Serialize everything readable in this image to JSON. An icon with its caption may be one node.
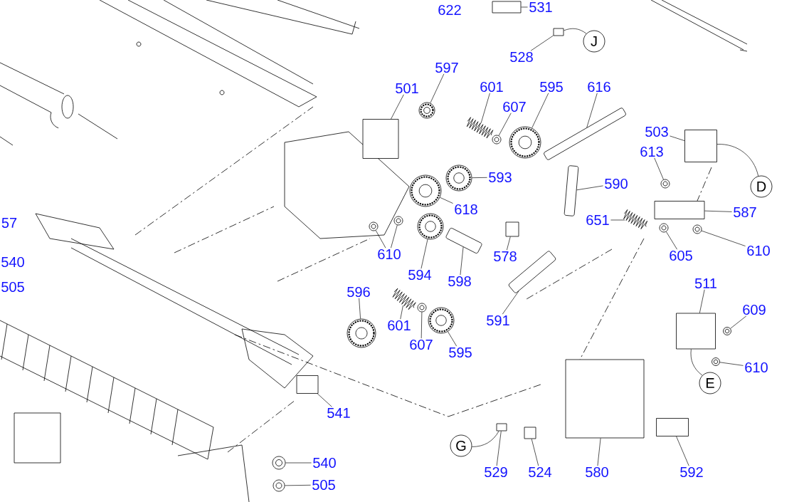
{
  "diagram": {
    "nodes": [
      {
        "text": [
          "531"
        ]
      },
      {
        "text": [],
        "shape": "box"
      },
      {
        "text": [
          "528"
        ]
      },
      {
        "text": [],
        "shape": "box"
      },
      {
        "text": [
          "J"
        ]
      },
      {
        "text": [
          "597"
        ]
      },
      {
        "text": [],
        "shape": "circle"
      },
      {
        "text": [
          "501"
        ]
      },
      {
        "text": [],
        "shape": "box"
      },
      {
        "text": [
          "601"
        ]
      },
      {
        "text": [],
        "shape": "spring"
      },
      {
        "text": [
          "607"
        ]
      },
      {
        "text": [],
        "shape": "circle"
      },
      {
        "text": [
          "595"
        ]
      },
      {
        "text": [],
        "shape": "circle"
      },
      {
        "text": [
          "616"
        ]
      },
      {
        "text": [],
        "shape": "bar"
      },
      {
        "text": [
          "503"
        ]
      },
      {
        "text": [],
        "shape": "box"
      },
      {
        "text": [
          "613"
        ]
      },
      {
        "text": [],
        "shape": "circle"
      },
      {
        "text": [
          "593"
        ]
      },
      {
        "text": [],
        "shape": "circle"
      },
      {
        "text": [
          "590"
        ]
      },
      {
        "text": [],
        "shape": "bar"
      },
      {
        "text": [
          "D"
        ]
      },
      {
        "text": [
          "587"
        ]
      },
      {
        "text": [],
        "shape": "box"
      },
      {
        "text": [
          "618"
        ]
      },
      {
        "text": [],
        "shape": "circle"
      },
      {
        "text": [
          "651"
        ]
      },
      {
        "text": [],
        "shape": "spring"
      },
      {
        "text": [
          "610"
        ]
      },
      {
        "text": [],
        "shape": "circle"
      },
      {
        "text": [],
        "shape": "circle"
      },
      {
        "text": [
          "605"
        ]
      },
      {
        "text": [],
        "shape": "circle"
      },
      {
        "text": [
          "610"
        ]
      },
      {
        "text": [],
        "shape": "circle"
      },
      {
        "text": [
          "578"
        ]
      },
      {
        "text": [],
        "shape": "box"
      },
      {
        "text": [
          "594"
        ]
      },
      {
        "text": [],
        "shape": "circle"
      },
      {
        "text": [
          "598"
        ]
      },
      {
        "text": [],
        "shape": "bar"
      },
      {
        "text": [
          "511"
        ]
      },
      {
        "text": [],
        "shape": "box"
      },
      {
        "text": [
          "596"
        ]
      },
      {
        "text": [],
        "shape": "circle"
      },
      {
        "text": [
          "609"
        ]
      },
      {
        "text": [],
        "shape": "circle"
      },
      {
        "text": [
          "591"
        ]
      },
      {
        "text": [],
        "shape": "bar"
      },
      {
        "text": [
          "601"
        ]
      },
      {
        "text": [],
        "shape": "spring"
      },
      {
        "text": [
          "607"
        ]
      },
      {
        "text": [],
        "shape": "circle"
      },
      {
        "text": [
          "595"
        ]
      },
      {
        "text": [],
        "shape": "circle"
      },
      {
        "text": [
          "610"
        ]
      },
      {
        "text": [],
        "shape": "circle"
      },
      {
        "text": [
          "E"
        ]
      },
      {
        "text": [
          "541"
        ]
      },
      {
        "text": [],
        "shape": "box"
      },
      {
        "text": [
          "G"
        ]
      },
      {
        "text": [
          "529"
        ]
      },
      {
        "text": [],
        "shape": "box"
      },
      {
        "text": [
          "524"
        ]
      },
      {
        "text": [],
        "shape": "box"
      },
      {
        "text": [
          "580"
        ]
      },
      {
        "text": [],
        "shape": "box"
      },
      {
        "text": [
          "592"
        ]
      },
      {
        "text": [],
        "shape": "box"
      },
      {
        "text": [
          "540"
        ]
      },
      {
        "text": [],
        "shape": "circle"
      },
      {
        "text": [
          "505"
        ]
      },
      {
        "text": [],
        "shape": "circle"
      }
    ],
    "edges": [
      {
        "from": 0,
        "to": 1,
        "arrow": "none"
      },
      {
        "from": 2,
        "to": 3,
        "arrow": "none"
      },
      {
        "from": 3,
        "to": 4,
        "arrow": "none"
      },
      {
        "from": 5,
        "to": 6,
        "arrow": "none"
      },
      {
        "from": 7,
        "to": 8,
        "arrow": "none"
      },
      {
        "from": 9,
        "to": 10,
        "arrow": "none"
      },
      {
        "from": 11,
        "to": 12,
        "arrow": "none"
      },
      {
        "from": 13,
        "to": 14,
        "arrow": "none"
      },
      {
        "from": 15,
        "to": 16,
        "arrow": "none"
      },
      {
        "from": 17,
        "to": 18,
        "arrow": "none"
      },
      {
        "from": 19,
        "to": 20,
        "arrow": "none"
      },
      {
        "from": 21,
        "to": 22,
        "arrow": "none"
      },
      {
        "from": 23,
        "to": 24,
        "arrow": "none"
      },
      {
        "from": 18,
        "to": 25,
        "arrow": "none"
      },
      {
        "from": 26,
        "to": 27,
        "arrow": "none"
      },
      {
        "from": 28,
        "to": 29,
        "arrow": "none"
      },
      {
        "from": 30,
        "to": 31,
        "arrow": "none"
      },
      {
        "from": 32,
        "to": 33,
        "arrow": "none"
      },
      {
        "from": 32,
        "to": 34,
        "arrow": "none"
      },
      {
        "from": 35,
        "to": 36,
        "arrow": "none"
      },
      {
        "from": 37,
        "to": 38,
        "arrow": "none"
      },
      {
        "from": 39,
        "to": 40,
        "arrow": "none"
      },
      {
        "from": 41,
        "to": 42,
        "arrow": "none"
      },
      {
        "from": 43,
        "to": 44,
        "arrow": "none"
      },
      {
        "from": 45,
        "to": 46,
        "arrow": "none"
      },
      {
        "from": 47,
        "to": 48,
        "arrow": "none"
      },
      {
        "from": 49,
        "to": 50,
        "arrow": "none"
      },
      {
        "from": 51,
        "to": 52,
        "arrow": "none"
      },
      {
        "from": 53,
        "to": 54,
        "arrow": "none"
      },
      {
        "from": 55,
        "to": 56,
        "arrow": "none"
      },
      {
        "from": 57,
        "to": 58,
        "arrow": "none"
      },
      {
        "from": 59,
        "to": 60,
        "arrow": "none"
      },
      {
        "from": 46,
        "to": 61,
        "arrow": "none"
      },
      {
        "from": 62,
        "to": 63,
        "arrow": "none"
      },
      {
        "from": 65,
        "to": 66,
        "arrow": "none"
      },
      {
        "from": 66,
        "to": 64,
        "arrow": "none"
      },
      {
        "from": 67,
        "to": 68,
        "arrow": "none"
      },
      {
        "from": 69,
        "to": 70,
        "arrow": "none"
      },
      {
        "from": 71,
        "to": 72,
        "arrow": "none"
      },
      {
        "from": 73,
        "to": 74,
        "arrow": "none"
      },
      {
        "from": 75,
        "to": 76,
        "arrow": "none"
      }
    ],
    "labels": [
      "622",
      "57",
      "540",
      "505"
    ]
  }
}
